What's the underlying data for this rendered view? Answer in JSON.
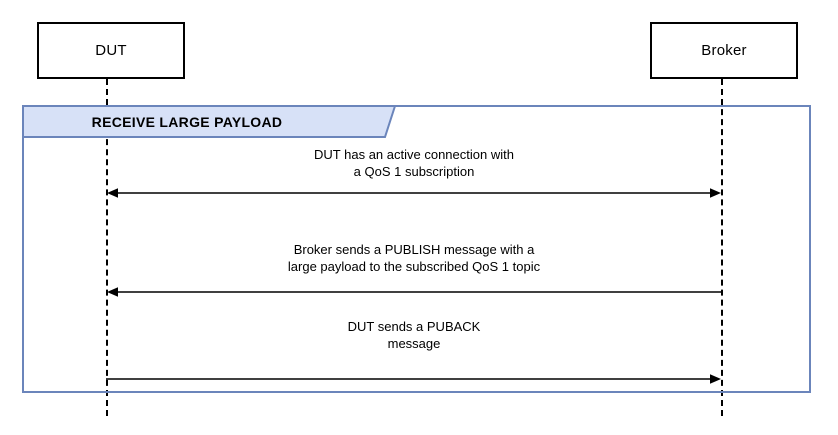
{
  "diagram": {
    "type": "uml-sequence-diagram",
    "colors": {
      "frame_border": "#6b85bb",
      "banner_fill": "#d7e1f7",
      "banner_border": "#6b85bb",
      "line": "#000000",
      "background": "#ffffff"
    },
    "participants": [
      {
        "id": "dut",
        "label": "DUT"
      },
      {
        "id": "broker",
        "label": "Broker"
      }
    ],
    "fragment": {
      "label": "RECEIVE LARGE PAYLOAD"
    },
    "messages": [
      {
        "index": 0,
        "text": "DUT has an active connection with\na QoS 1 subscription",
        "direction": "bidirectional",
        "from": "dut",
        "to": "broker"
      },
      {
        "index": 1,
        "text": "Broker sends a PUBLISH message with a\nlarge payload to the subscribed QoS 1 topic",
        "direction": "right-to-left",
        "from": "broker",
        "to": "dut"
      },
      {
        "index": 2,
        "text": "DUT sends a PUBACK\nmessage",
        "direction": "left-to-right",
        "from": "dut",
        "to": "broker"
      }
    ]
  }
}
